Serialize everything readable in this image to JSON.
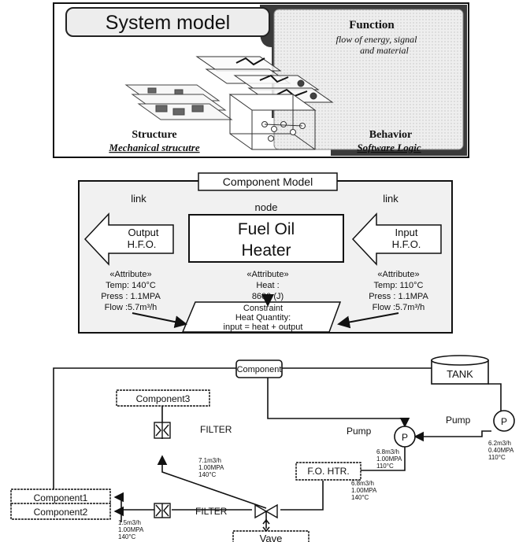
{
  "system_model": {
    "title": "System model",
    "function_label": "Function",
    "function_sub1": "flow of energy, signal",
    "function_sub2": "and material",
    "structure_label": "Structure",
    "structure_sub": "Mechanical strucutre",
    "behavior_label": "Behavior",
    "behavior_sub": "Software Logic"
  },
  "component_model": {
    "title": "Component Model",
    "link_left": "link",
    "link_right": "link",
    "node_label": "node",
    "node_line1": "Fuel Oil",
    "node_line2": "Heater",
    "output_line1": "Output",
    "output_line2": "H.F.O.",
    "input_line1": "Input",
    "input_line2": "H.F.O.",
    "left_attr": [
      "«Attribute»",
      "Temp: 140°C",
      "Press : 1.1MPA",
      "Flow :5.7m³/h"
    ],
    "mid_attr": [
      "«Attribute»",
      "Heat :",
      "8600 (J)"
    ],
    "right_attr": [
      "«Attribute»",
      "Temp: 110°C",
      "Press : 1.1MPA",
      "Flow :5.7m³/h"
    ],
    "constraint": [
      "Constraint",
      "Heat Quantity:",
      "input = heat + output"
    ]
  },
  "flow_diagram": {
    "component": "Component",
    "component1": "Component1",
    "component2": "Component2",
    "component3": "Component3",
    "tank": "TANK",
    "pump_left": "Pump",
    "pump_right": "Pump",
    "pump_symbol": "P",
    "filter_top": "FILTER",
    "filter_bottom": "FILTER",
    "fo_htr": "F.O. HTR.",
    "vave": "Vave",
    "annot_filter_top": [
      "7.1m3/h",
      "1.00MPA",
      "140°C"
    ],
    "annot_pump_right": [
      "6.2m3/h",
      "0.40MPA",
      "110°C"
    ],
    "annot_pump_mid": [
      "6.8m3/h",
      "1.00MPA",
      "110°C"
    ],
    "annot_htr": [
      "6.8m3/h",
      "1.00MPA",
      "140°C"
    ],
    "annot_filter_bottom": [
      "1.5m3/h",
      "1.00MPA",
      "140°C"
    ]
  }
}
